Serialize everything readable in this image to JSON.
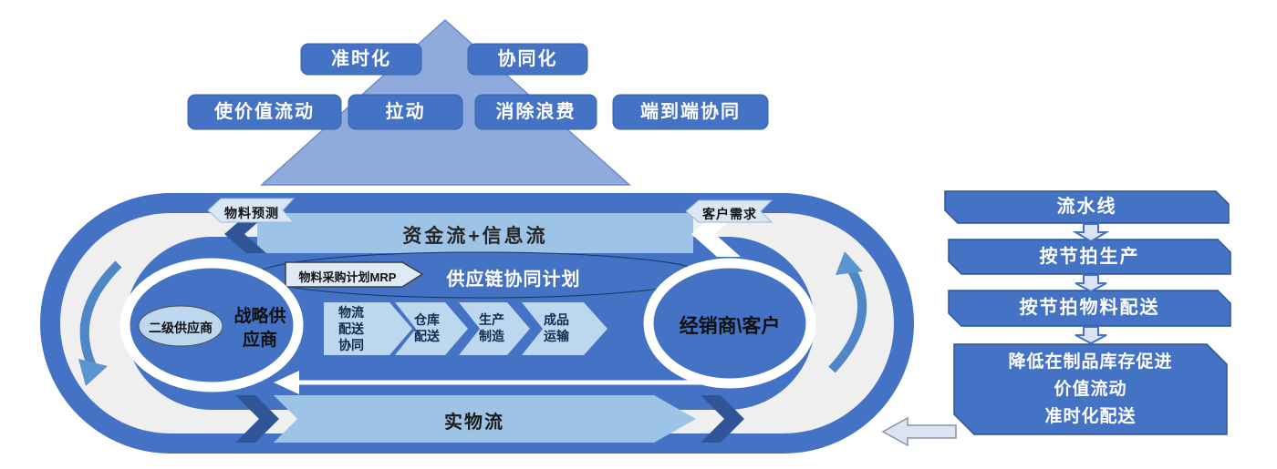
{
  "pyramid": {
    "row1": [
      "准时化",
      "协同化"
    ],
    "row2": [
      "使价值流动",
      "拉动",
      "消除浪费",
      "端到端协同"
    ]
  },
  "loop": {
    "top_left_banner": "物料预测",
    "top_right_banner": "客户需求",
    "top_band": "资金流+信息流",
    "plan_tag": "物料采购计划MRP",
    "plan_label": "供应链协同计划",
    "left_sub_ellipse": "二级供应商",
    "left_circle": "战略供应商",
    "right_circle": "经销商\\客户",
    "process": [
      "物流配送协同",
      "仓库配送",
      "生产制造",
      "成品运输"
    ],
    "bottom_band": "实物流"
  },
  "rightflow": {
    "steps": [
      "流水线",
      "按节拍生产",
      "按节拍物料配送"
    ],
    "result_lines": [
      "降低在制品库存促进",
      "价值流动",
      "准时化配送"
    ]
  },
  "colors": {
    "box_blue": "#4472C4",
    "box_border": "#2F5597",
    "triangle_light": "#8FAADC",
    "ring_white": "#EFEFEF",
    "band_light": "#9DC3E6",
    "chevron_light": "#BDD7EE",
    "navy_accent": "#2F5597",
    "tag_fill": "#DEEBF7",
    "arrow_fill": "#DCE3F2",
    "curve_arrow": "#4E86C6"
  }
}
